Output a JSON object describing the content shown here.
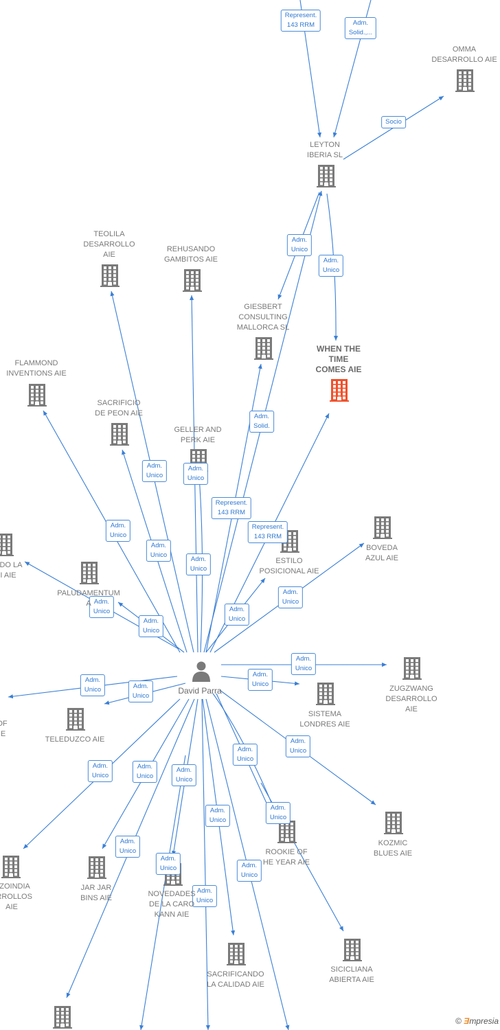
{
  "center": {
    "name": "David Parra"
  },
  "colors": {
    "edge": "#3a7fd5",
    "building": "#7a7a7a",
    "highlight": "#f0512b"
  },
  "brand": {
    "copyright": "©",
    "initial": "Ǝ",
    "rest": "mpresia"
  },
  "nodes": [
    {
      "id": "omma",
      "lines": [
        "OMMA",
        "DESARROLLO AIE"
      ]
    },
    {
      "id": "leyton",
      "lines": [
        "LEYTON",
        "IBERIA SL"
      ]
    },
    {
      "id": "teolila",
      "lines": [
        "TEOLILA",
        "DESARROLLO",
        "AIE"
      ]
    },
    {
      "id": "rehusando",
      "lines": [
        "REHUSANDO",
        "GAMBITOS AIE"
      ]
    },
    {
      "id": "giesbert",
      "lines": [
        "GIESBERT",
        "CONSULTING",
        "MALLORCA SL"
      ]
    },
    {
      "id": "whenthetime",
      "lines": [
        "WHEN THE",
        "TIME",
        "COMES AIE"
      ],
      "highlight": true
    },
    {
      "id": "flammond",
      "lines": [
        "FLAMMOND",
        "INVENTIONS AIE"
      ]
    },
    {
      "id": "sacrificio",
      "lines": [
        "SACRIFICIO",
        "DE PEON AIE"
      ]
    },
    {
      "id": "geller",
      "lines": [
        "GELLER AND",
        "PERK AIE"
      ]
    },
    {
      "id": "boveda",
      "lines": [
        "BOVEDA",
        "AZUL AIE"
      ]
    },
    {
      "id": "estilo",
      "lines": [
        "ESTILO",
        "POSICIONAL AIE"
      ]
    },
    {
      "id": "ndola",
      "lines": [
        "NDO LA",
        "I AIE"
      ]
    },
    {
      "id": "paludamentum",
      "lines": [
        "PALUDAMENTUM",
        "A"
      ]
    },
    {
      "id": "zugzwang",
      "lines": [
        "ZUGZWANG",
        "DESARROLLO",
        "AIE"
      ]
    },
    {
      "id": "sistema",
      "lines": [
        "SISTEMA",
        "LONDRES AIE"
      ]
    },
    {
      "id": "teleduzco",
      "lines": [
        "TELEDUZCO AIE"
      ]
    },
    {
      "id": "of-left",
      "lines": [
        "OF",
        "IE"
      ]
    },
    {
      "id": "kozmic",
      "lines": [
        "KOZMIC",
        "BLUES AIE"
      ]
    },
    {
      "id": "rookie",
      "lines": [
        "ROOKIE OF",
        "HE YEAR AIE"
      ]
    },
    {
      "id": "mzoindia",
      "lines": [
        "MZOINDIA",
        "ARROLLOS",
        "AIE"
      ]
    },
    {
      "id": "jarjar",
      "lines": [
        "JAR JAR",
        "BINS AIE"
      ]
    },
    {
      "id": "novedades",
      "lines": [
        "NOVEDADES",
        "DE LA CARO",
        "KANN AIE"
      ]
    },
    {
      "id": "sicicliana",
      "lines": [
        "SICICLIANA",
        "ABIERTA AIE"
      ]
    },
    {
      "id": "sacrificando",
      "lines": [
        "SACRIFICANDO",
        "LA CALIDAD AIE"
      ]
    },
    {
      "id": "bottom-left",
      "lines": []
    }
  ],
  "edge_labels": [
    {
      "id": "e-rep-leyton",
      "lines": [
        "Represent.",
        "143 RRM"
      ]
    },
    {
      "id": "e-solid-leyton",
      "lines": [
        "Adm.",
        "Solid.,..."
      ]
    },
    {
      "id": "e-socio-omma",
      "lines": [
        "Socio"
      ]
    },
    {
      "id": "e-unico-giesbert",
      "lines": [
        "Adm.",
        "Unico"
      ]
    },
    {
      "id": "e-unico-when",
      "lines": [
        "Adm.",
        "Unico"
      ]
    },
    {
      "id": "e-solid-giesbert",
      "lines": [
        "Adm.",
        "Solid."
      ]
    },
    {
      "id": "e-unico-teolila",
      "lines": [
        "Adm.",
        "Unico"
      ]
    },
    {
      "id": "e-unico-rehusando",
      "lines": [
        "Adm.",
        "Unico"
      ]
    },
    {
      "id": "e-rep-when",
      "lines": [
        "Represent.",
        "143 RRM"
      ]
    },
    {
      "id": "e-rep-leyton2",
      "lines": [
        "Represent.",
        "143 RRM"
      ]
    },
    {
      "id": "e-unico-flammond",
      "lines": [
        "Adm.",
        "Unico"
      ]
    },
    {
      "id": "e-unico-sacrificio",
      "lines": [
        "Adm.",
        "Unico"
      ]
    },
    {
      "id": "e-unico-geller",
      "lines": [
        "Adm.",
        "Unico"
      ]
    },
    {
      "id": "e-unico-boveda",
      "lines": [
        "Adm.",
        "Unico"
      ]
    },
    {
      "id": "e-unico-estilo",
      "lines": [
        "Adm.",
        "Unico"
      ]
    },
    {
      "id": "e-unico-ndola",
      "lines": [
        "Adm.",
        "Unico"
      ]
    },
    {
      "id": "e-unico-paludamentum",
      "lines": [
        "Adm.",
        "Unico"
      ]
    },
    {
      "id": "e-unico-zugzwang",
      "lines": [
        "Adm.",
        "Unico"
      ]
    },
    {
      "id": "e-unico-sistema",
      "lines": [
        "Adm.",
        "Unico"
      ]
    },
    {
      "id": "e-unico-of",
      "lines": [
        "Adm.",
        "Unico"
      ]
    },
    {
      "id": "e-unico-teleduzco",
      "lines": [
        "Adm.",
        "Unico"
      ]
    },
    {
      "id": "e-unico-kozmic",
      "lines": [
        "Adm.",
        "Unico"
      ]
    },
    {
      "id": "e-unico-rookie1",
      "lines": [
        "Adm.",
        "Unico"
      ]
    },
    {
      "id": "e-unico-rookie2",
      "lines": [
        "Adm.",
        "Unico"
      ]
    },
    {
      "id": "e-unico-mzoindia",
      "lines": [
        "Adm.",
        "Unico"
      ]
    },
    {
      "id": "e-unico-jarjar",
      "lines": [
        "Adm.",
        "Unico"
      ]
    },
    {
      "id": "e-unico-novedades",
      "lines": [
        "Adm.",
        "Unico"
      ]
    },
    {
      "id": "e-unico-sacrificando",
      "lines": [
        "Adm.",
        "Unico"
      ]
    },
    {
      "id": "e-unico-bottomleft",
      "lines": [
        "Adm.",
        "Unico"
      ]
    },
    {
      "id": "e-unico-novedades2",
      "lines": [
        "Adm.",
        "Unico"
      ]
    },
    {
      "id": "e-unico-bottom",
      "lines": [
        "Adm.",
        "Unico"
      ]
    },
    {
      "id": "e-unico-sicicliana",
      "lines": [
        "Adm.",
        "Unico"
      ]
    }
  ]
}
